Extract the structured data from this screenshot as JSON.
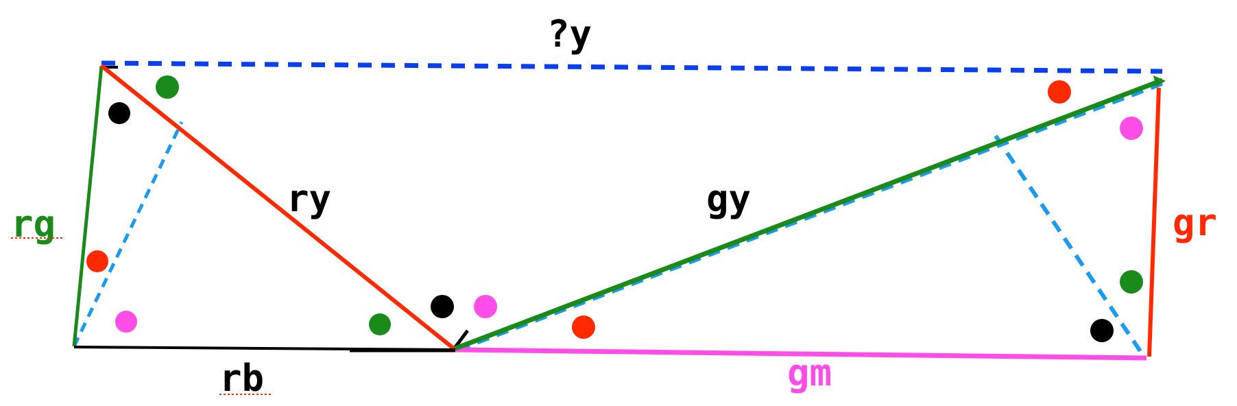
{
  "labels": {
    "top": "?y",
    "rg": "rg",
    "ry": "ry",
    "rb": "rb",
    "gy": "gy",
    "gr": "gr",
    "gm": "gm"
  },
  "colors": {
    "red": "#ff2a00",
    "green": "#1a8a1a",
    "blue_dashed": "#0a3ff0",
    "light_blue_dashed": "#1a9bf0",
    "black": "#000000",
    "magenta": "#ff4de8",
    "underline": "#ff2a00"
  }
}
